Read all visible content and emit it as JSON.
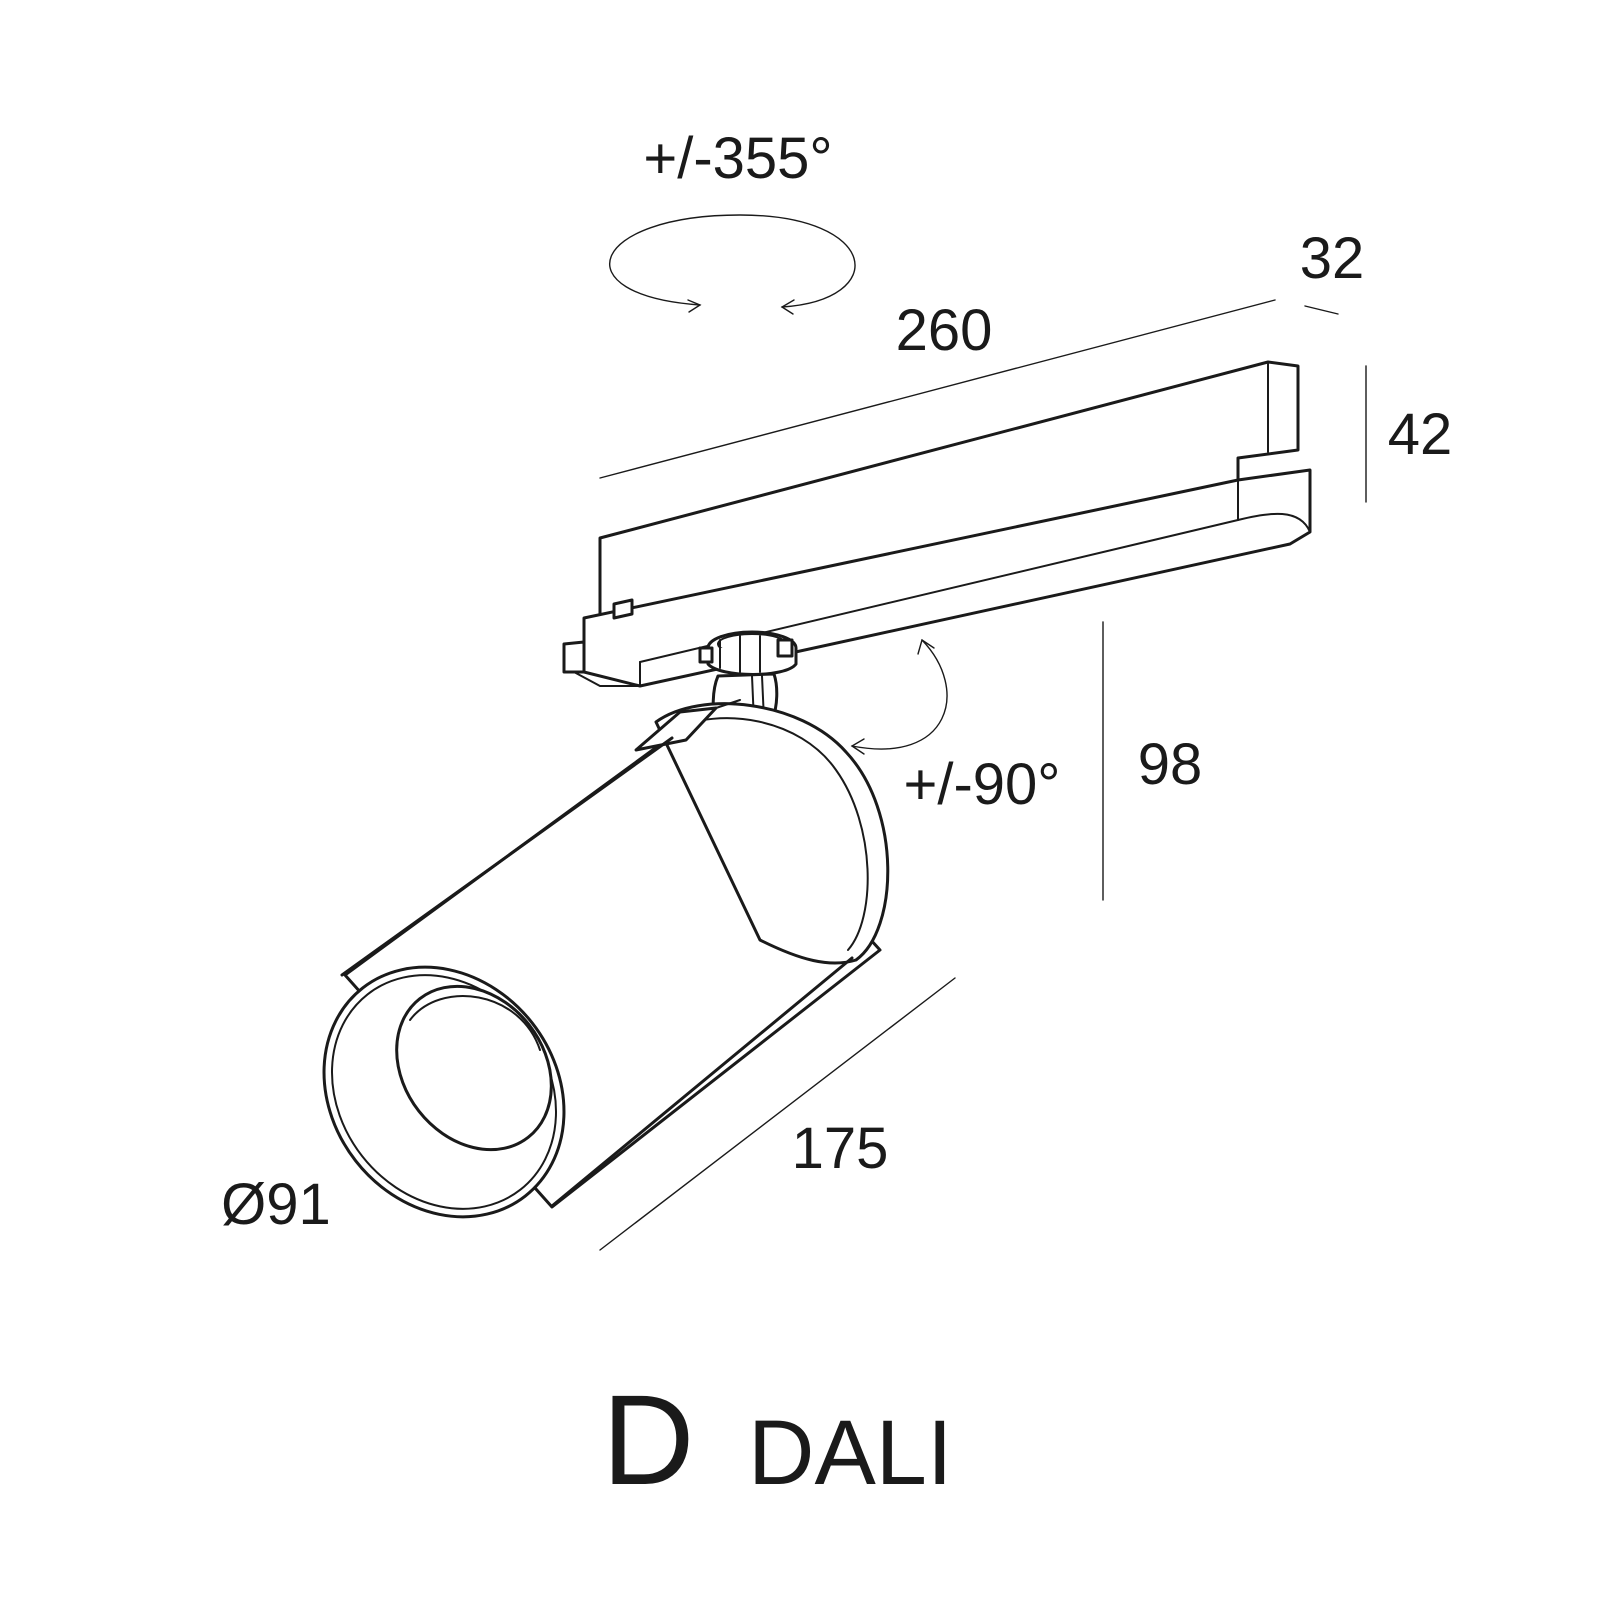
{
  "dimensions": {
    "rotation_horizontal": "+/-355°",
    "adapter_depth": "32",
    "adapter_length": "260",
    "adapter_height": "42",
    "total_height": "98",
    "rotation_vertical": "+/-90°",
    "body_length": "175",
    "body_diameter": "Ø91"
  },
  "title": {
    "main": "D",
    "sub": "DALI"
  }
}
